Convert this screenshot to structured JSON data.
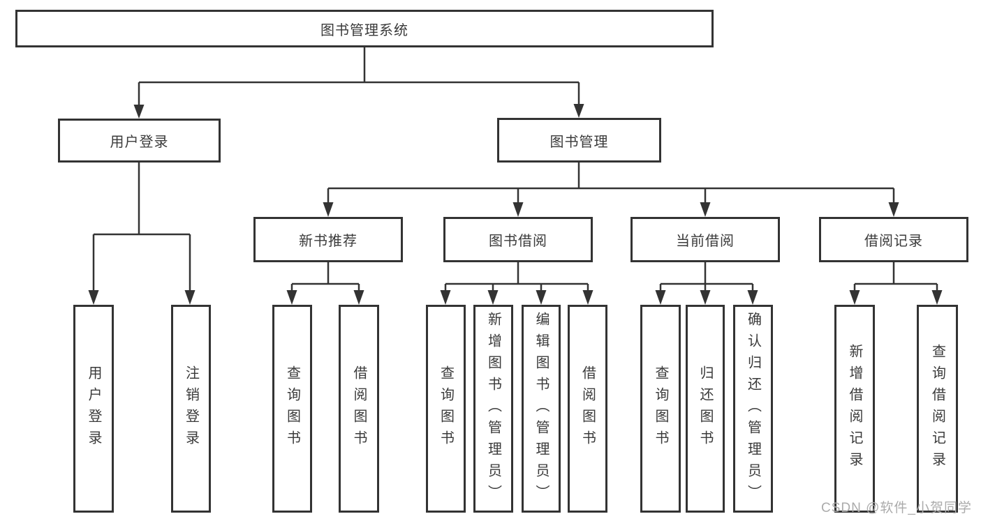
{
  "diagram": {
    "type": "tree-structure-chart",
    "title": "图书管理系统"
  },
  "tree": {
    "root": {
      "label": "图书管理系统",
      "children": [
        {
          "label": "用户登录",
          "children": [
            {
              "label": "用户登录"
            },
            {
              "label": "注销登录"
            }
          ]
        },
        {
          "label": "图书管理",
          "children": [
            {
              "label": "新书推荐",
              "children": [
                {
                  "label": "查询图书"
                },
                {
                  "label": "借阅图书"
                }
              ]
            },
            {
              "label": "图书借阅",
              "children": [
                {
                  "label": "查询图书"
                },
                {
                  "label": "新增图书（管理员）"
                },
                {
                  "label": "编辑图书（管理员）"
                },
                {
                  "label": "借阅图书"
                }
              ]
            },
            {
              "label": "当前借阅",
              "children": [
                {
                  "label": "查询图书"
                },
                {
                  "label": "归还图书"
                },
                {
                  "label": "确认归还（管理员）"
                }
              ]
            },
            {
              "label": "借阅记录",
              "children": [
                {
                  "label": "新增借阅记录"
                },
                {
                  "label": "查询借阅记录"
                }
              ]
            }
          ]
        }
      ]
    }
  },
  "watermark": "CSDN @软件_小贺同学",
  "colors": {
    "line": "#333333",
    "box_border": "#333333",
    "text": "#3a3a3a",
    "watermark_text": "#ababab",
    "background": "#ffffff"
  }
}
